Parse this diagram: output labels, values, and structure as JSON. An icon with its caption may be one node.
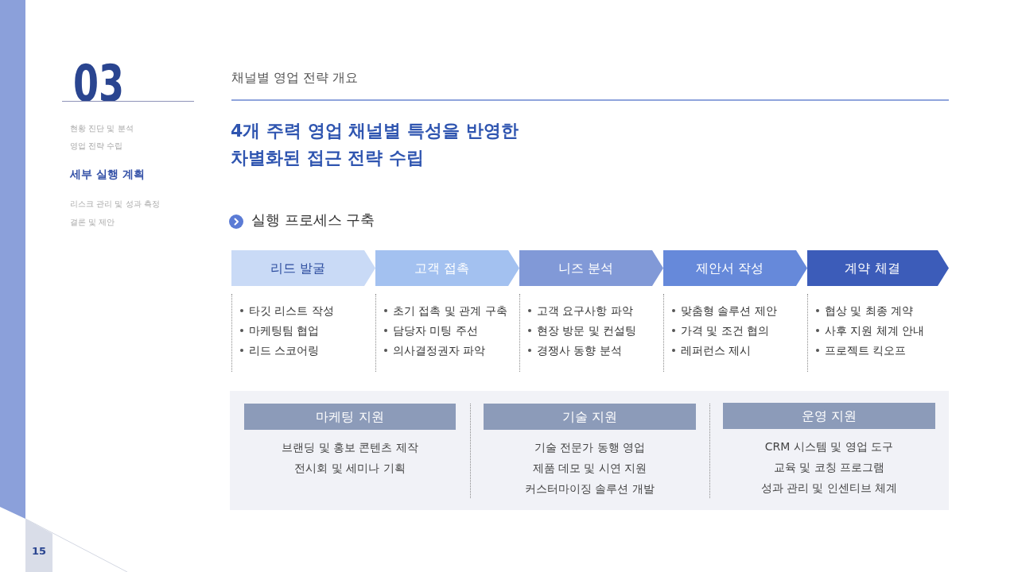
{
  "diagram": {
    "title": "4개 주력 영업 채널별 특성을 반영한 차별화된 접근 전략 수립",
    "nodes": [
      {
        "text": [
          "리드 발굴"
        ],
        "beside": [
          "타깃 리스트 작성",
          "마케팅팀 협업",
          "리드 스코어링"
        ]
      },
      {
        "text": [
          "고객 접촉"
        ],
        "beside": [
          "초기 접촉 및 관계 구축",
          "담당자 미팅 주선",
          "의사결정권자 파악"
        ]
      },
      {
        "text": [
          "니즈 분석"
        ],
        "beside": [
          "고객 요구사항 파악",
          "현장 방문 및 컨설팅",
          "경쟁사 동향 분석"
        ]
      },
      {
        "text": [
          "제안서 작성"
        ],
        "beside": [
          "맞춤형 솔루션 제안",
          "가격 및 조건 협의",
          "레퍼런스 제시"
        ]
      },
      {
        "text": [
          "계약 체결"
        ],
        "beside": [
          "협상 및 최종 계약",
          "사후 지원 체계 안내",
          "프로젝트 킥오프"
        ]
      },
      {
        "text": [],
        "shape": "box"
      },
      {
        "text": [
          "마케팅 지원"
        ],
        "in": 5,
        "beside": [
          "브랜딩 및 홍보 콘텐츠 제작",
          "전시회 및 세미나 기획"
        ]
      },
      {
        "text": [
          "기술 지원"
        ],
        "in": 5,
        "beside": [
          "기술 전문가 동행 영업",
          "제품 데모 및 시연 지원",
          "커스터마이징 솔루션 개발"
        ]
      },
      {
        "text": [
          "운영 지원"
        ],
        "in": 5,
        "beside": [
          "CRM 시스템 및 영업 도구",
          "교육 및 코칭 프로그램",
          "성과 관리 및 인센티브 체계"
        ]
      }
    ],
    "labels": [
      "03",
      "채널별 영업 전략 개요",
      "현황 진단 및 분석",
      "영업 전략 수립",
      "세부 실행 계획",
      "리스크 관리 및 성과 측정",
      "결론 및 제안",
      "실행 프로세스 구축",
      "15"
    ]
  }
}
